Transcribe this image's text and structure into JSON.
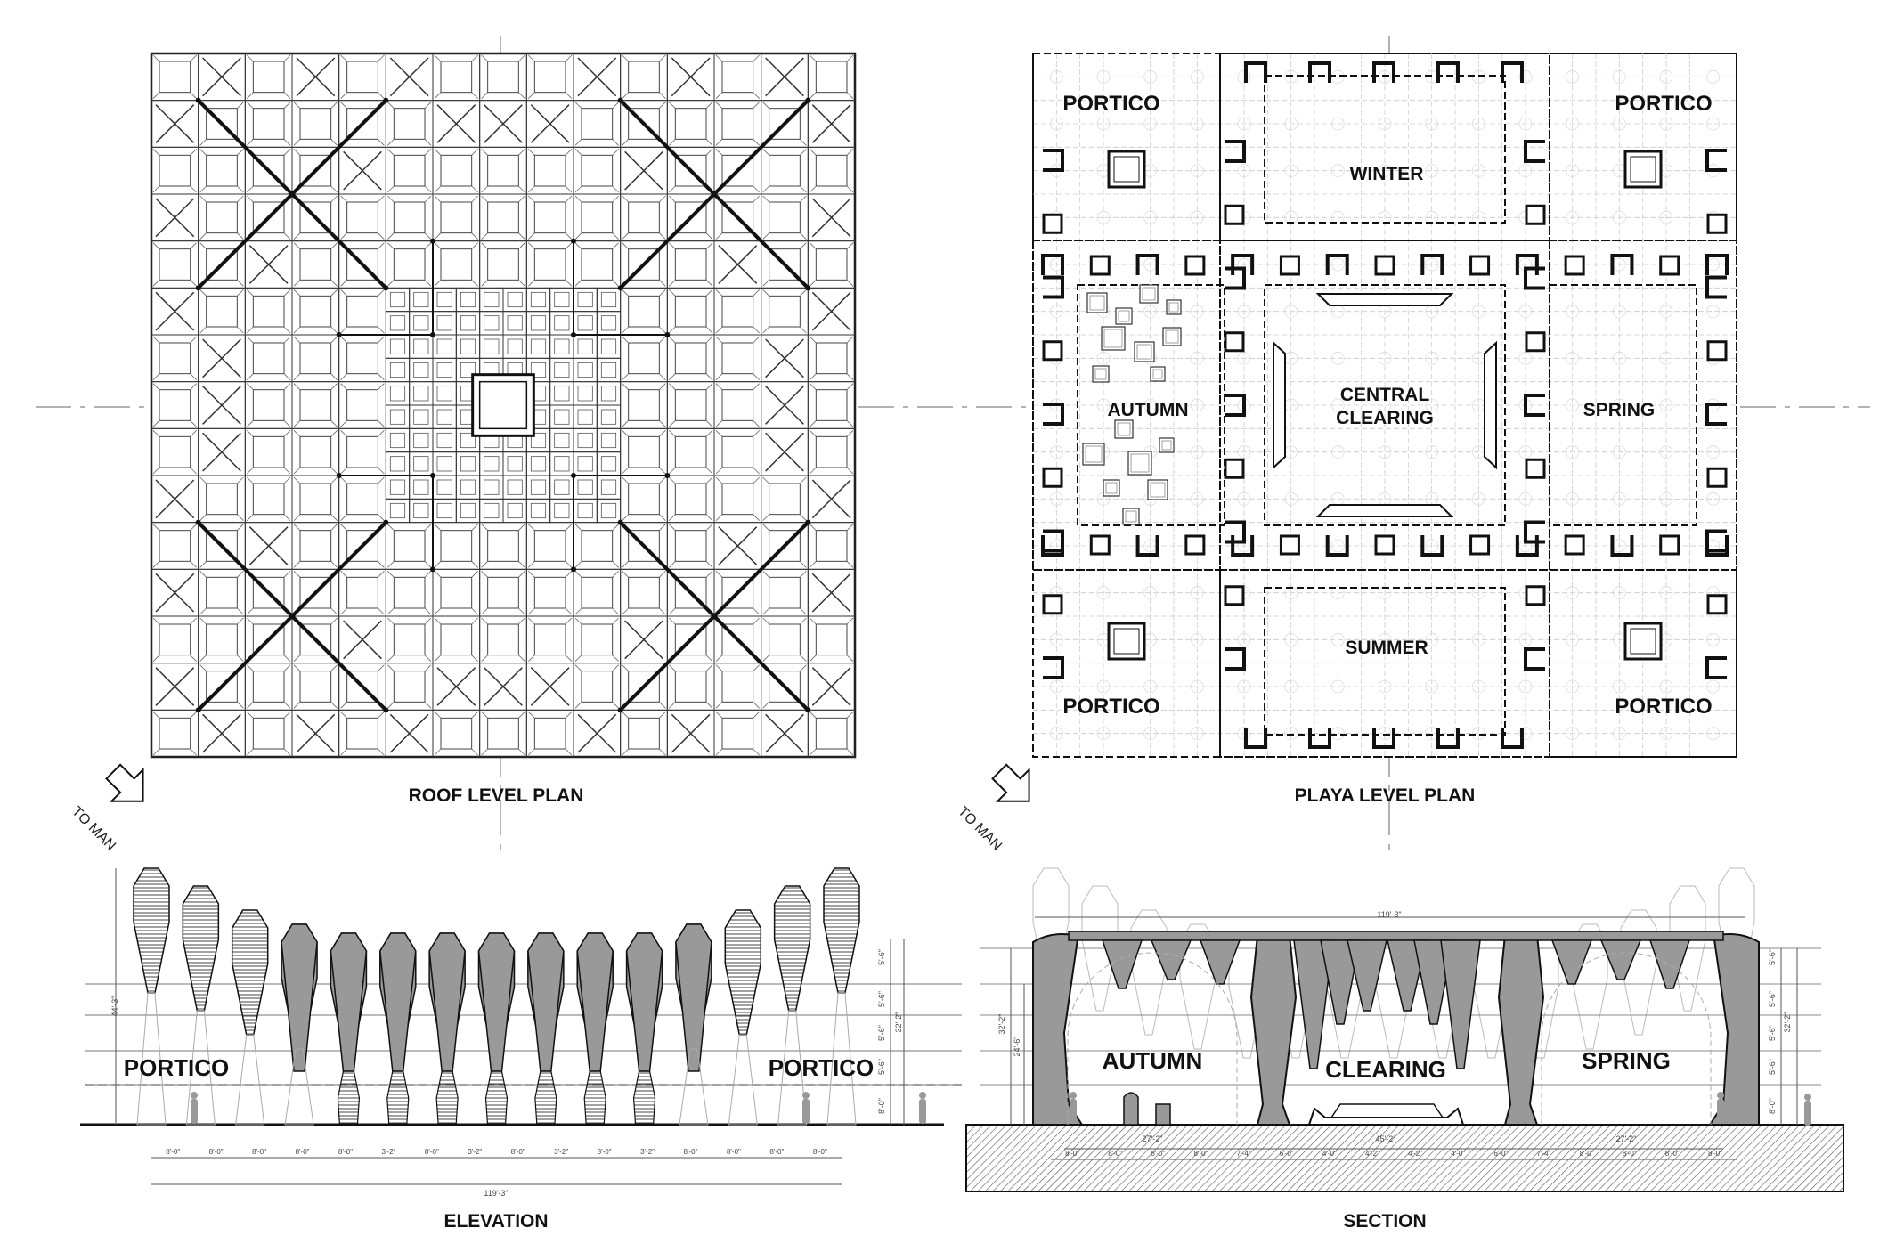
{
  "captions": {
    "roof": "ROOF LEVEL PLAN",
    "playa": "PLAYA LEVEL PLAN",
    "elevation": "ELEVATION",
    "section": "SECTION"
  },
  "north_arrow": "TO MAN",
  "playa_labels": {
    "portico_tl": "PORTICO",
    "portico_tr": "PORTICO",
    "portico_bl": "PORTICO",
    "portico_br": "PORTICO",
    "winter": "WINTER",
    "autumn": "AUTUMN",
    "central_1": "CENTRAL",
    "central_2": "CLEARING",
    "spring": "SPRING",
    "summer": "SUMMER"
  },
  "elevation_labels": {
    "portico_left": "PORTICO",
    "portico_right": "PORTICO",
    "overall": "119'-3\"",
    "height": "44'-3\"",
    "right_tiers": [
      "5'-6\"",
      "5'-6\"",
      "5'-6\"",
      "5'-6\"",
      "8'-0\""
    ],
    "right_total": "32'-2\"",
    "bays": [
      "8'-0\"",
      "8'-0\"",
      "8'-0\"",
      "8'-0\"",
      "8'-0\"",
      "3'-2\"",
      "8'-0\"",
      "3'-2\"",
      "8'-0\"",
      "3'-2\"",
      "8'-0\"",
      "3'-2\"",
      "8'-0\"",
      "8'-0\"",
      "8'-0\"",
      "8'-0\""
    ]
  },
  "section_labels": {
    "autumn": "AUTUMN",
    "clearing": "CLEARING",
    "spring": "SPRING",
    "overall": "119'-3\"",
    "left_total": "32'-2\"",
    "left_inner": "24'-6\"",
    "right_tiers": [
      "5'-6\"",
      "5'-6\"",
      "5'-6\"",
      "5'-6\"",
      "8'-0\""
    ],
    "right_total": "32'-2\"",
    "span_left": "27'-2\"",
    "span_mid": "45'-2\"",
    "span_right": "27'-2\"",
    "bays": [
      "8'-0\"",
      "8'-0\"",
      "8'-0\"",
      "8'-0\"",
      "7'-4\"",
      "6'-0\"",
      "4'-0\"",
      "4'-2\"",
      "4'-2\"",
      "4'-0\"",
      "6'-0\"",
      "7'-4\"",
      "8'-0\"",
      "8'-0\"",
      "8'-0\"",
      "8'-0\""
    ]
  }
}
